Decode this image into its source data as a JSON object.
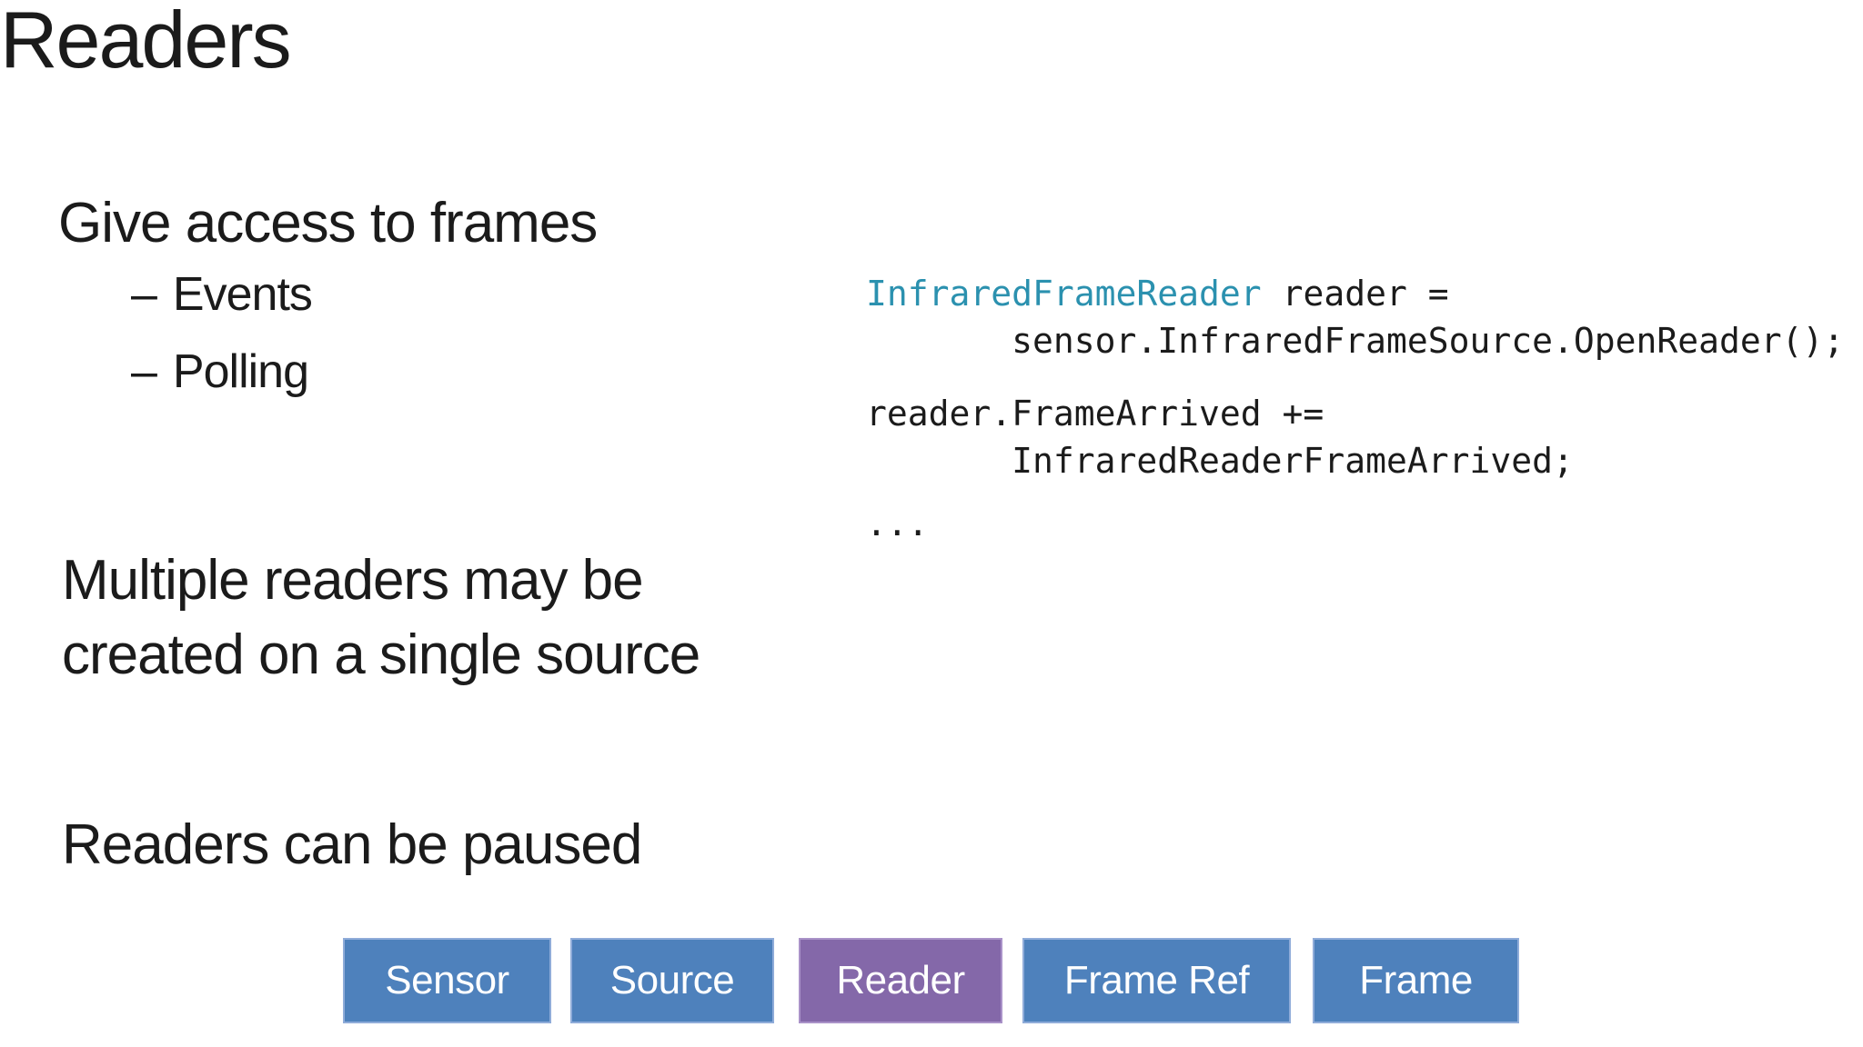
{
  "slide": {
    "title": "Readers",
    "background_color": "#ffffff",
    "text_color": "#1b1b1b",
    "bullets": {
      "give_access": "Give access to frames",
      "sub_dash": "–",
      "sub_items": [
        "Events",
        "Polling"
      ],
      "multiple_line1": "Multiple readers may be",
      "multiple_line2": "created on a single source",
      "paused": "Readers can be paused"
    }
  },
  "code": {
    "keyword_color": "#2B91AF",
    "default_color": "#1b1b1b",
    "line1_type": "InfraredFrameReader",
    "line1_rest": " reader =",
    "line2": "       sensor.InfraredFrameSource.OpenReader();",
    "line3": "reader.FrameArrived +=",
    "line4": "       InfraredReaderFrameArrived;",
    "ellipsis": "..."
  },
  "pipeline": {
    "text_color": "#ffffff",
    "items": [
      {
        "label": "Sensor",
        "fill": "#4E81BC",
        "border": "#8FACD9",
        "highlighted": false
      },
      {
        "label": "Source",
        "fill": "#4E81BC",
        "border": "#8FACD9",
        "highlighted": false
      },
      {
        "label": "Reader",
        "fill": "#8468A9",
        "border": "#A992C8",
        "highlighted": true
      },
      {
        "label": "Frame Ref",
        "fill": "#4E81BC",
        "border": "#8FACD9",
        "highlighted": false
      },
      {
        "label": "Frame",
        "fill": "#4E81BC",
        "border": "#8FACD9",
        "highlighted": false
      }
    ]
  }
}
